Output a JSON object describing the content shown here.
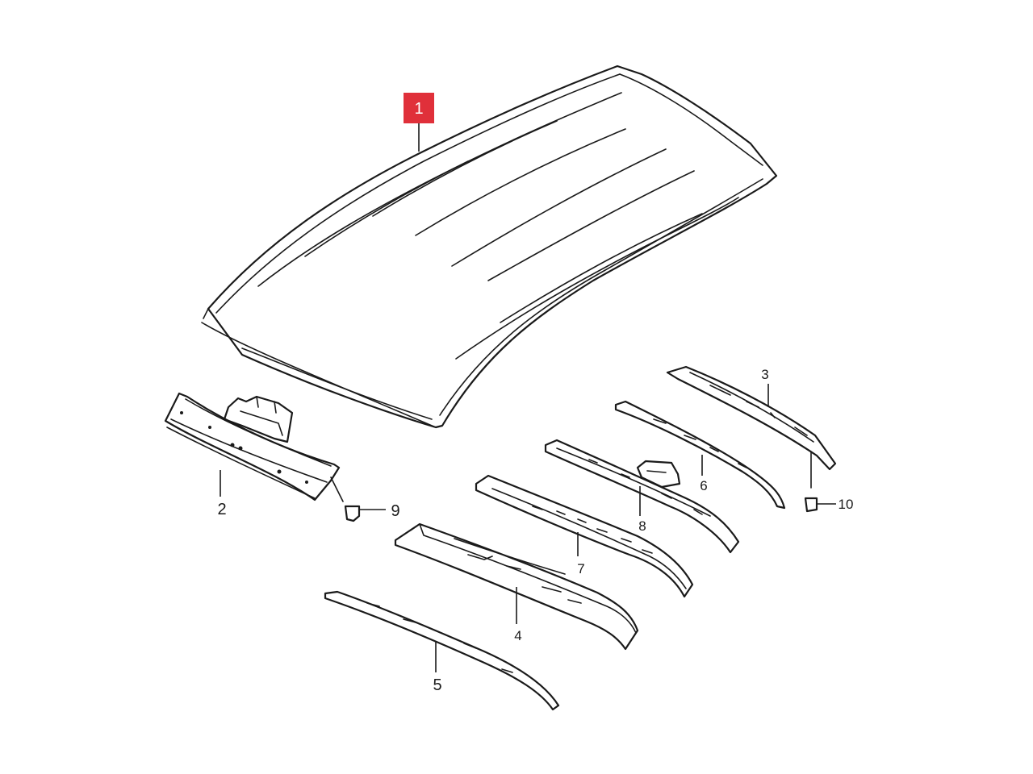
{
  "diagram": {
    "callouts": {
      "c1": "1",
      "c2": "2",
      "c3": "3",
      "c4": "4",
      "c5": "5",
      "c6": "6",
      "c7": "7",
      "c8": "8",
      "c9": "9",
      "c10": "10"
    },
    "highlight_color": "#e0303a"
  }
}
